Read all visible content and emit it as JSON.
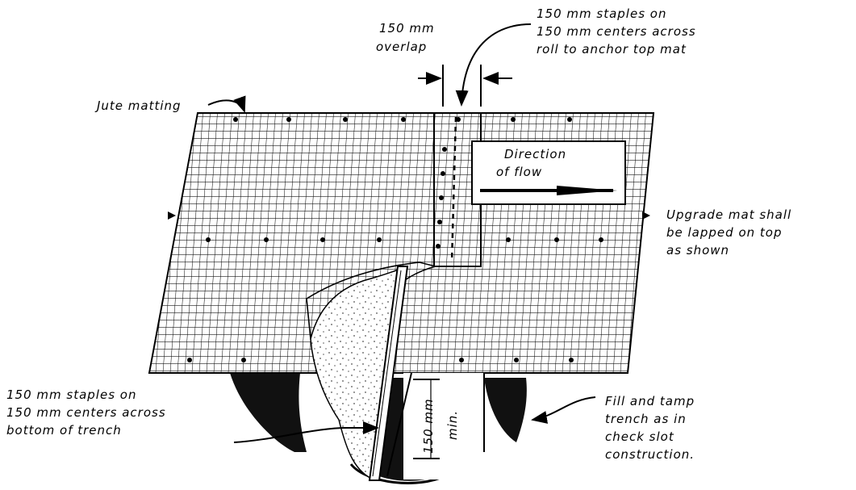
{
  "labels": {
    "jute_matting": "Jute matting",
    "overlap_line1": "150 mm",
    "overlap_line2": "overlap",
    "top_staples_line1": "150 mm staples on",
    "top_staples_line2": "150 mm centers across",
    "top_staples_line3": "roll to anchor top mat",
    "flow_line1": "Direction",
    "flow_line2": "of flow",
    "upgrade_line1": "Upgrade mat shall",
    "upgrade_line2": "be lapped on top",
    "upgrade_line3": "as shown",
    "bottom_staples_line1": "150 mm staples on",
    "bottom_staples_line2": "150 mm centers across",
    "bottom_staples_line3": "bottom of trench",
    "fill_line1": "Fill and tamp",
    "fill_line2": "trench as in",
    "fill_line3": "check slot",
    "fill_line4": "construction.",
    "depth_line1": "150 mm",
    "depth_line2": "min."
  },
  "colors": {
    "ink": "#000000",
    "grid": "#1a1a1a",
    "paper": "#ffffff"
  }
}
